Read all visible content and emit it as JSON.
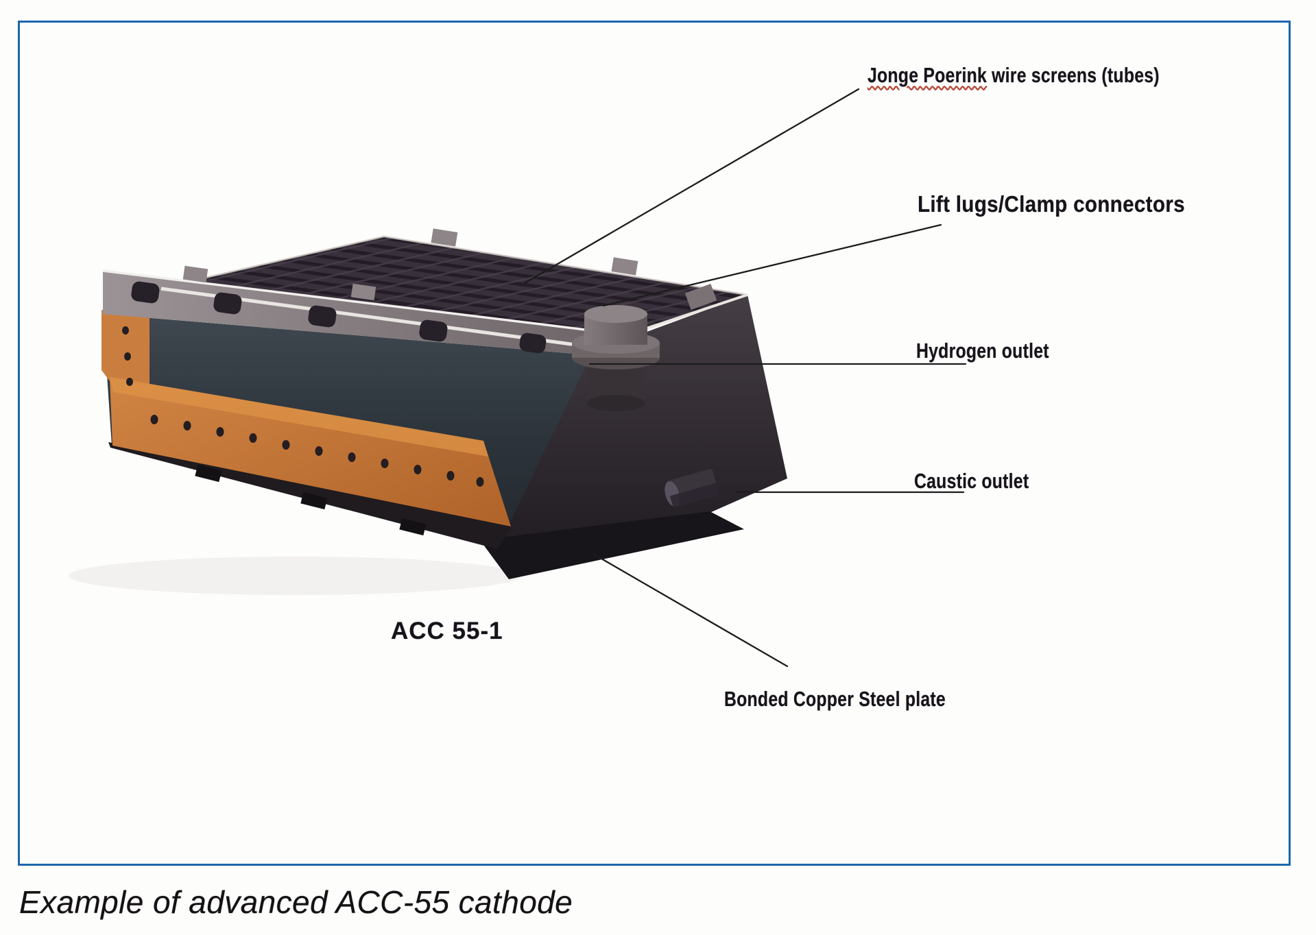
{
  "colors": {
    "page_bg": "#fdfdfc",
    "frame_blue": "#1b66ae",
    "label_text": "#17131a",
    "spellcheck_red": "#c13a26",
    "mesh_top": "#38303a",
    "rim_gray": "#8b8386",
    "copper": "#c97e40",
    "copper_light": "#de9347",
    "box_dark": "#1f1b1f",
    "callout_line": "#1c1c1c"
  },
  "figure": {
    "device_label": "ACC 55-1",
    "caption": "Example of advanced ACC-55 cathode",
    "callouts": {
      "wire_screens": {
        "misspelled": "Jonge Poerink",
        "rest": " wire screens (tubes)"
      },
      "lift_lugs": {
        "label": "Lift lugs/Clamp connectors"
      },
      "hydrogen_outlet": {
        "label": "Hydrogen outlet"
      },
      "caustic_outlet": {
        "label": "Caustic outlet"
      },
      "copper_plate": {
        "label": "Bonded Copper Steel plate"
      }
    }
  }
}
